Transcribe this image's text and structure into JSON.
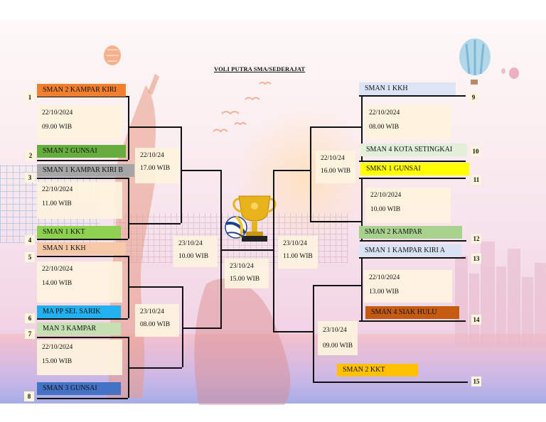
{
  "title": "VOLI PUTRA SMA/SEDERAJAT",
  "colors": {
    "orange": "#f08030",
    "green": "#67ad3e",
    "gray": "#a6a6a6",
    "lime": "#8ed050",
    "peach": "#f5c8a8",
    "cyan": "#22b0ee",
    "mint": "#c6e0b4",
    "blue": "#4472c4",
    "lavender": "#dde4f4",
    "lightgreen": "#e2efd9",
    "yellow": "#ffff00",
    "sage": "#a9d18e",
    "paleblue": "#dae3f3",
    "rust": "#c55a11",
    "amber": "#ffc000"
  },
  "teams": [
    {
      "id": "t1",
      "name": "SMAN 2 KAMPAR KIRI",
      "color": "orange"
    },
    {
      "id": "t2",
      "name": "SMAN 2 GUNSAI",
      "color": "green"
    },
    {
      "id": "t3",
      "name": "SMAN 1 KAMPAR KIRI B",
      "color": "gray"
    },
    {
      "id": "t4",
      "name": "SMAN 1 KKT",
      "color": "lime"
    },
    {
      "id": "t5",
      "name": "SMAN 1 KKH",
      "color": "peach"
    },
    {
      "id": "t6",
      "name": "MA PP SEI. SARIK",
      "color": "cyan"
    },
    {
      "id": "t7",
      "name": "MAN 3 KAMPAR",
      "color": "mint"
    },
    {
      "id": "t8",
      "name": "SMAN 3 GUNSAI",
      "color": "blue"
    },
    {
      "id": "t9",
      "name": "SMAN 1 KKH",
      "color": "lavender"
    },
    {
      "id": "t10",
      "name": "SMAN 4 KOTA SETINGKAI",
      "color": "lightgreen"
    },
    {
      "id": "t11",
      "name": "SMKN 1 GUNSAI",
      "color": "yellow"
    },
    {
      "id": "t12",
      "name": "SMAN 2 KAMPAR",
      "color": "sage"
    },
    {
      "id": "t13",
      "name": "SMAN 1 KAMPAR KIRI A",
      "color": "paleblue"
    },
    {
      "id": "t14",
      "name": "SMAN 4 SIAK HULU",
      "color": "rust"
    },
    {
      "id": "t15",
      "name": "SMAN 2 KKT",
      "color": "amber"
    }
  ],
  "numbers": [
    "1",
    "2",
    "3",
    "4",
    "5",
    "6",
    "7",
    "8",
    "9",
    "10",
    "11",
    "12",
    "13",
    "14",
    "15"
  ],
  "matches": [
    {
      "id": "m1",
      "date": "22/10/2024",
      "time": "09.00 WIB"
    },
    {
      "id": "m2",
      "date": "22/10/2024",
      "time": "11.00 WIB"
    },
    {
      "id": "m3",
      "date": "22/10/2024",
      "time": "14.00 WIB"
    },
    {
      "id": "m4",
      "date": "22/10/2024",
      "time": "15.00 WIB"
    },
    {
      "id": "m5",
      "date": "22/10/2024",
      "time": "08.00 WIB"
    },
    {
      "id": "m6",
      "date": "22/10/2024",
      "time": "10.00 WIB"
    },
    {
      "id": "m7",
      "date": "22/10/2024",
      "time": "13.00 WIB"
    },
    {
      "id": "m8",
      "date": "22/10/24",
      "time": "17.00 WIB"
    },
    {
      "id": "m9",
      "date": "23/10/24",
      "time": "08.00 WIB"
    },
    {
      "id": "m10",
      "date": "22/10/24",
      "time": "16.00 WIB"
    },
    {
      "id": "m11",
      "date": "23/10/24",
      "time": "09.00 WIB"
    },
    {
      "id": "m12",
      "date": "23/10/24",
      "time": "10.00 WIB"
    },
    {
      "id": "m13",
      "date": "23/10/24",
      "time": "11.00 WIB"
    },
    {
      "id": "m14",
      "date": "23/10/24",
      "time": "15.00 WIB"
    }
  ]
}
